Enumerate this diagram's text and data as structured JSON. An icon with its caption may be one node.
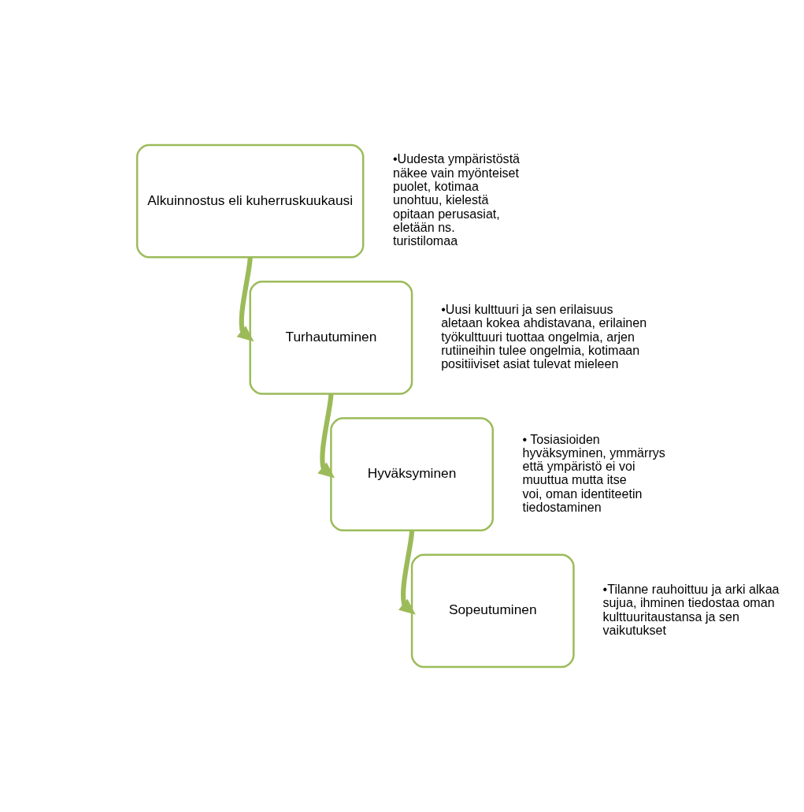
{
  "diagram": {
    "nodes": [
      {
        "text": [
          "Alkuinnostus eli kuherruskuukausi"
        ],
        "beside": [
          "•Uudesta ympäristöstä näkee vain myönteiset puolet, kotimaa unohtuu, kielestä opitaan perusasiat, eletään ns. turistilomaa"
        ]
      },
      {
        "text": [
          "Turhautuminen"
        ],
        "beside": [
          "•Uusi kulttuuri ja sen erilaisuus aletaan kokea ahdistavana, erilainen työkulttuuri tuottaa ongelmia, arjen rutiineihin tulee ongelmia, kotimaan positiiviset asiat tulevat mieleen"
        ]
      },
      {
        "text": [
          "Hyväksyminen"
        ],
        "beside": [
          "• Tosiasioiden hyväksyminen, ymmärrys että ympäristö ei voi muuttua mutta itse voi, oman identiteetin tiedostaminen"
        ]
      },
      {
        "text": [
          "Sopeutuminen"
        ],
        "beside": [
          "•Tilanne rauhoittuu ja arki alkaa sujua, ihminen tiedostaa oman kulttuuritaustansa ja sen vaikutukset"
        ]
      }
    ],
    "edges": [
      {
        "from": 0,
        "to": 1,
        "arrow": "to"
      },
      {
        "from": 1,
        "to": 2,
        "arrow": "to"
      },
      {
        "from": 2,
        "to": 3,
        "arrow": "to"
      }
    ]
  }
}
